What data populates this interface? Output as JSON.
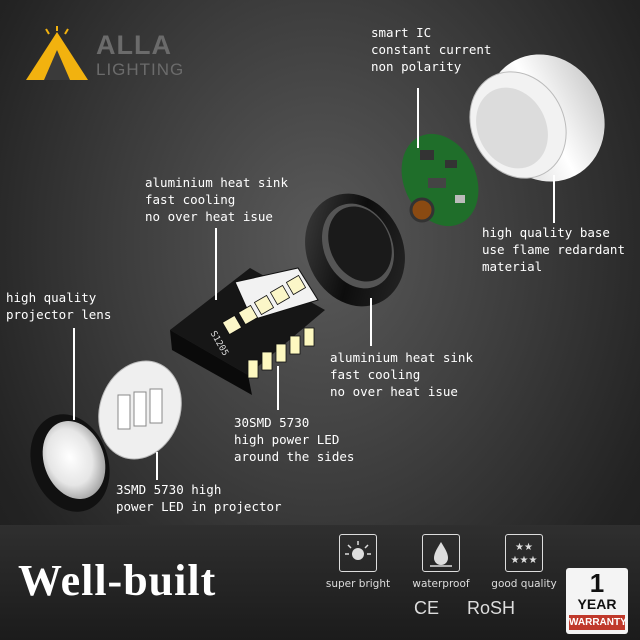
{
  "brand": {
    "name": "ALLA",
    "subname": "LIGHTING"
  },
  "callouts": {
    "smart_ic": "smart IC\nconstant current\nnon polarity",
    "heat_sink_top": "aluminium heat sink\nfast cooling\nno over heat isue",
    "base": "high quality base\nuse flame redardant\nmaterial",
    "projector_lens": "high quality\nprojector lens",
    "heat_sink_right": "aluminium heat sink\nfast cooling\nno over heat isue",
    "led_sides": "30SMD 5730\nhigh power LED\naround the sides",
    "led_projector": "3SMD 5730 high\npower LED in projector"
  },
  "chip_marking": "S1205",
  "footer": {
    "headline": "Well-built",
    "features": [
      {
        "icon": "sun-icon",
        "label": "super bright"
      },
      {
        "icon": "water-drop-icon",
        "label": "waterproof"
      },
      {
        "icon": "stars-icon",
        "label": "good quality"
      }
    ],
    "certs": [
      "CE",
      "RoSH"
    ],
    "warranty": {
      "number": "1",
      "unit": "YEAR",
      "label": "WARRANTY"
    }
  },
  "colors": {
    "logo_yellow": "#f2b20f",
    "warranty_red": "#c0392b",
    "pcb_green": "#1f6e2a"
  }
}
